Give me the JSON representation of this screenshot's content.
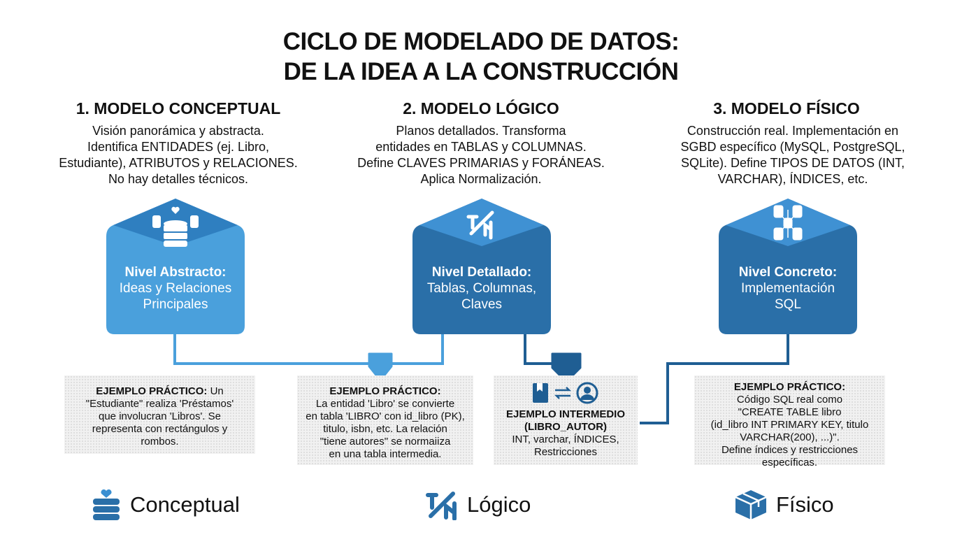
{
  "title": {
    "line1": "CICLO DE MODELADO DE DATOS:",
    "line2": "DE LA IDEA A LA CONSTRUCCIÓN"
  },
  "colors": {
    "light_blue": "#4aa0dc",
    "mid_blue": "#3a8fd2",
    "dark_blue": "#2a6fa8",
    "deep_blue": "#1f5e93"
  },
  "columns": [
    {
      "heading": "1. MODELO CONCEPTUAL",
      "desc": [
        "Visión panorámica y abstracta.",
        "Identifica ENTIDADES (ej. Libro,",
        "Estudiante), ATRIBUTOS y RELACIONES.",
        "No hay detalles técnicos."
      ],
      "box_bold": "Nivel Abstracto:",
      "box_text": [
        "Ideas y Relaciones",
        "Principales"
      ],
      "icon": "database-heart-icon",
      "example_bold": "EJEMPLO PRÁCTICO:",
      "example_text": [
        "Un",
        "\"Estudiante\" realiza 'Préstamos'",
        "que involucran 'Libros'. Se",
        "representa con rectángulos y",
        "rombos."
      ],
      "bottom_label": "Conceptual"
    },
    {
      "heading": "2. MODELO LÓGICO",
      "desc": [
        "Planos detallados. Transforma",
        "entidades en TABLAS y COLUMNAS.",
        "Define CLAVES PRIMARIAS y FORÁNEAS.",
        "Aplica Normalización."
      ],
      "box_bold": "Nivel Detallado:",
      "box_text": [
        "Tablas, Columnas,",
        "Claves"
      ],
      "icon": "logic-icon",
      "example_bold": "EJEMPLO PRÁCTICO:",
      "example_text": [
        "La entidad 'Libro' se convierte",
        "en tabla 'LIBRO' con id_libro (PK),",
        "titulo, isbn, etc. La relación",
        "\"tiene autores\" se normaiiza",
        "en una tabla intermedia."
      ],
      "bottom_label": "Lógico"
    },
    {
      "heading": "3. MODELO FÍSICO",
      "desc": [
        "Construcción real. Implementación en",
        "SGBD específico (MySQL, PostgreSQL,",
        "SQLite). Define TIPOS DE DATOS (INT,",
        "VARCHAR), ÍNDICES, etc."
      ],
      "box_bold": "Nivel Concreto:",
      "box_text": [
        "Implementación",
        "SQL"
      ],
      "icon": "database-network-icon",
      "example_bold": "EJEMPLO PRÁCTICO:",
      "example_text": [
        "Código SQL real como",
        "\"CREATE TABLE libro",
        "(id_libro INT PRIMARY KEY, titulo",
        "VARCHAR(200), ...)\".",
        "Define índices y restricciones",
        "específicas."
      ],
      "bottom_label": "Físico"
    }
  ],
  "intermediate": {
    "title1": "EJEMPLO INTERMEDIO",
    "title2": "(LIBRO_AUTOR)",
    "text": [
      "INT, varchar, ÍNDICES,",
      "Restricciones"
    ]
  }
}
